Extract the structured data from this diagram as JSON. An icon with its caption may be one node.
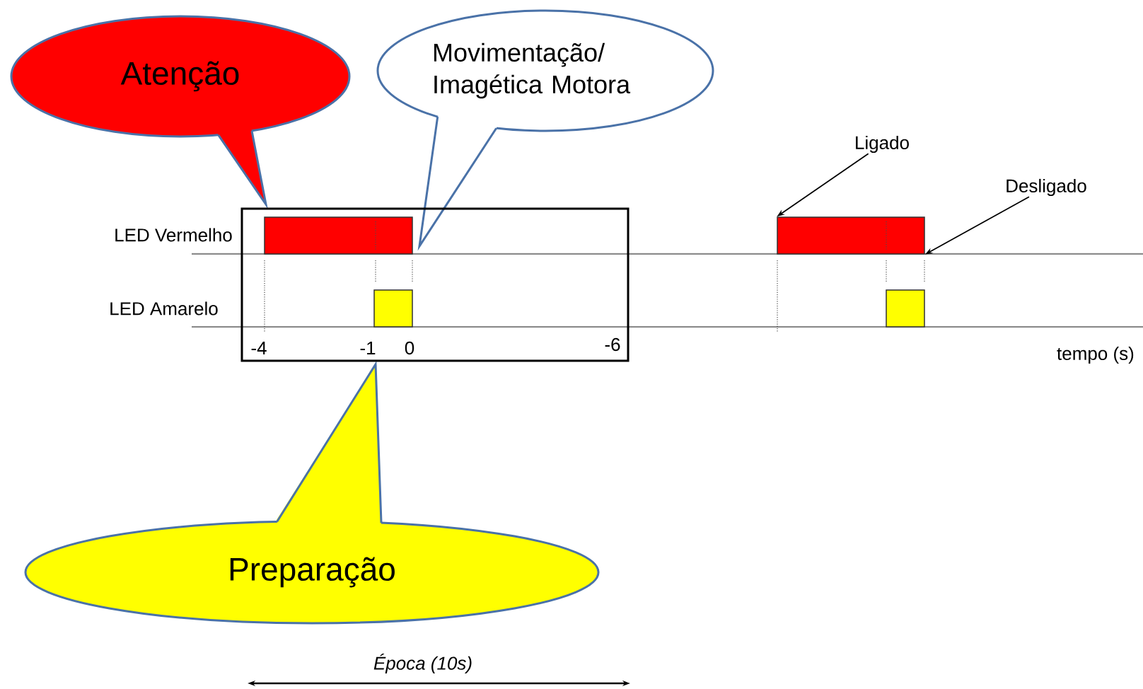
{
  "diagram": {
    "nodes": [
      {
        "text": [
          "Atenção"
        ]
      },
      {
        "text": [
          "Movimentação/ Imagética Motora"
        ]
      },
      {
        "text": [
          "Preparação"
        ]
      },
      {
        "text": [],
        "shape": "box"
      },
      {
        "text": [],
        "shape": "bar",
        "in": 3
      },
      {
        "text": [],
        "shape": "bar",
        "in": 3
      },
      {
        "text": [],
        "shape": "bar"
      },
      {
        "text": [],
        "shape": "bar"
      },
      {
        "text": [
          "Ligado"
        ]
      },
      {
        "text": [
          "Desligado"
        ]
      }
    ],
    "edges": [
      {
        "from": 8,
        "to": 6,
        "arrow": "to"
      },
      {
        "from": 9,
        "to": 6,
        "arrow": "to"
      }
    ],
    "labels": [
      "LED Vermelho",
      "LED Amarelo",
      "-4",
      "-1",
      "0",
      "-6",
      "tempo (s)",
      "Época (10s)"
    ]
  }
}
